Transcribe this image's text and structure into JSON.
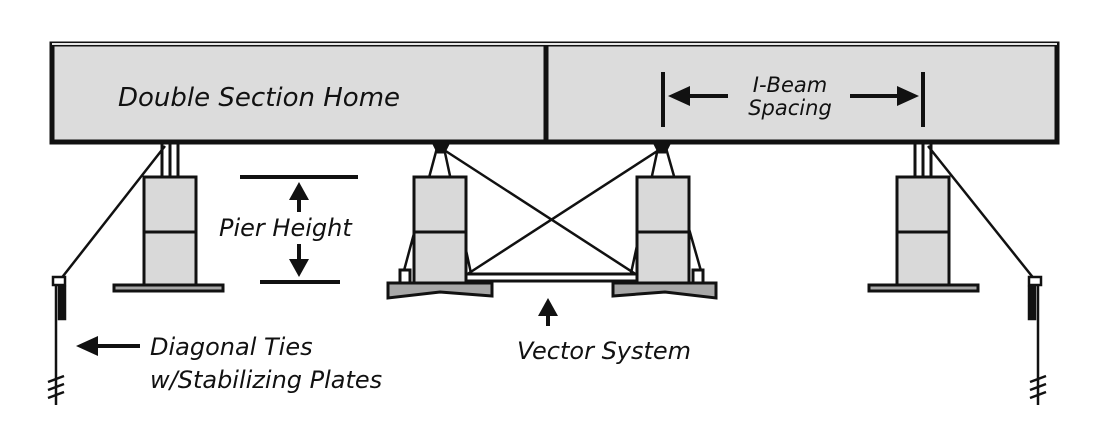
{
  "diagram": {
    "home_label": "Double Section Home",
    "ibeam_label": {
      "line1": "I-Beam",
      "line2": "Spacing"
    },
    "pier_height_label": "Pier Height",
    "diagonal_ties_label": {
      "line1": "Diagonal Ties",
      "line2": "w/Stabilizing Plates"
    },
    "vector_system_label": "Vector System"
  },
  "colors": {
    "home_fill": "#dcdcdc",
    "block_fill": "#d9d9d9",
    "pad_fill": "#a8a8a8",
    "stroke": "#111111",
    "background": "#ffffff"
  }
}
